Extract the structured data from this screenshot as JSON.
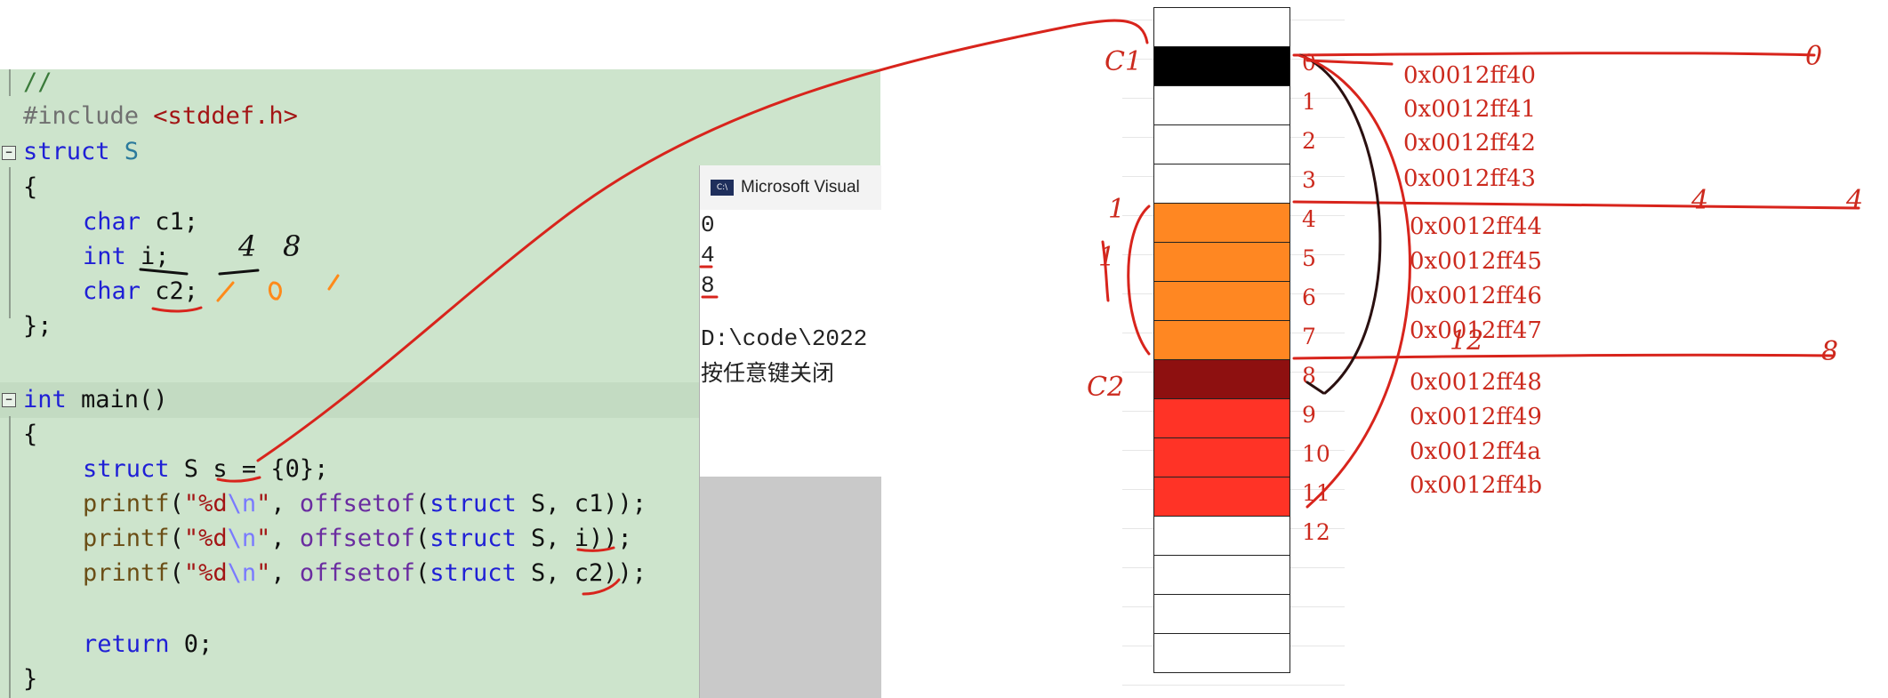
{
  "editor": {
    "lines": {
      "l1": "//",
      "l2_pp": "#include",
      "l2_hdr": " <stddef.h>",
      "l3_kw": "struct",
      "l3_name": " S",
      "l4": "{",
      "l5_kw": "char",
      "l5_rest": " c1;",
      "l6_kw": "int",
      "l6_rest": " i;",
      "l7_kw": "char",
      "l7_rest": " c2;",
      "l8": "};",
      "l10_kw": "int",
      "l10_rest": " main()",
      "l11": "{",
      "l12_kw": "struct",
      "l12_rest1": " S s = {0};",
      "p_fn": "printf",
      "p_open": "(",
      "p_str1": "\"%d",
      "p_esc": "\\n",
      "p_str2": "\"",
      "p_comma": ", ",
      "p_off": "offsetof",
      "p_kw": "struct",
      "p_c1": " S, c1));",
      "p_i": " S, i));",
      "p_c2": " S, c2));",
      "l17_kw": "return",
      "l17_rest": " 0;",
      "l18": "}"
    },
    "annotations": {
      "four": "4",
      "eight": "8"
    }
  },
  "console": {
    "icon_text": "C:\\",
    "title": "Microsoft Visual",
    "output": [
      "0",
      "4",
      "8"
    ],
    "path": "D:\\code\\2022",
    "prompt": "按任意键关闭"
  },
  "memory": {
    "cells": [
      {
        "color": "#ffffff"
      },
      {
        "color": "#000000"
      },
      {
        "color": "#ffffff"
      },
      {
        "color": "#ffffff"
      },
      {
        "color": "#ffffff"
      },
      {
        "color": "#ff8722"
      },
      {
        "color": "#ff8722"
      },
      {
        "color": "#ff8722"
      },
      {
        "color": "#ff8722"
      },
      {
        "color": "#8e1010"
      },
      {
        "color": "#ff3326"
      },
      {
        "color": "#ff3326"
      },
      {
        "color": "#ff3326"
      },
      {
        "color": "#ffffff"
      },
      {
        "color": "#ffffff"
      },
      {
        "color": "#ffffff"
      },
      {
        "color": "#ffffff"
      }
    ],
    "indices": [
      "0",
      "1",
      "2",
      "3",
      "4",
      "5",
      "6",
      "7",
      "8",
      "9",
      "10",
      "11",
      "12"
    ],
    "addresses": [
      "0x0012ff40",
      "0x0012ff41",
      "0x0012ff42",
      "0x0012ff43",
      "0x0012ff44",
      "0x0012ff45",
      "0x0012ff46",
      "0x0012ff47",
      "0x0012ff48",
      "0x0012ff49",
      "0x0012ff4a",
      "0x0012ff4b"
    ],
    "labels": {
      "c1": "C1",
      "c2": "C2",
      "one_a": "1",
      "one_b": "1",
      "zero": "0",
      "four_a": "4",
      "four_b": "4",
      "twelve": "12",
      "eight": "8"
    }
  }
}
